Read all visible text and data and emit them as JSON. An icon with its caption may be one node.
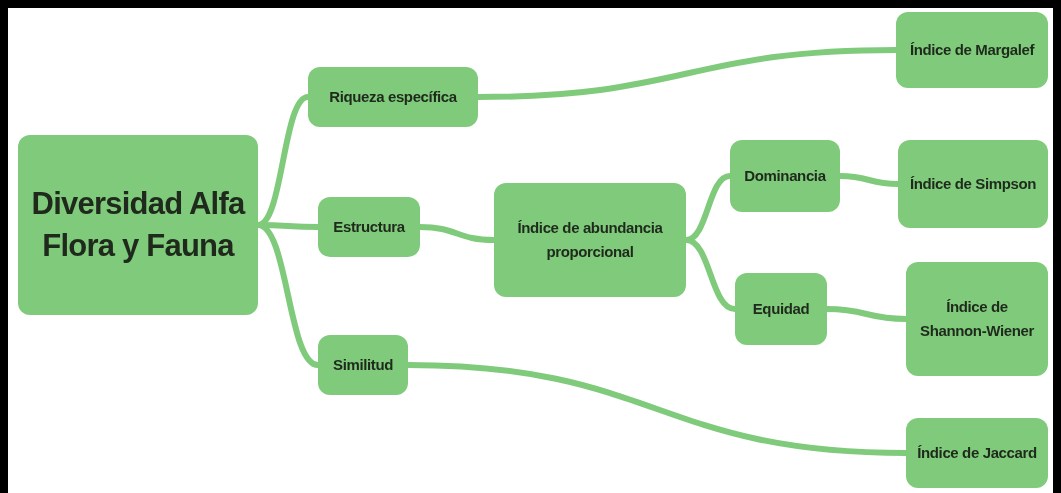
{
  "diagram": {
    "nodes": [
      {
        "text": [
          "Diversidad Alfa Flora y Fauna"
        ]
      },
      {
        "text": [
          "Riqueza específica"
        ]
      },
      {
        "text": [
          "Estructura"
        ]
      },
      {
        "text": [
          "Similitud"
        ]
      },
      {
        "text": [
          "Índice de abundancia proporcional"
        ]
      },
      {
        "text": [
          "Dominancia"
        ]
      },
      {
        "text": [
          "Equidad"
        ]
      },
      {
        "text": [
          "Índice de Margalef"
        ]
      },
      {
        "text": [
          "Índice de Simpson"
        ]
      },
      {
        "text": [
          "Índice de Shannon-Wiener"
        ]
      },
      {
        "text": [
          "Índice de Jaccard"
        ]
      }
    ],
    "edges": [
      {
        "from": 0,
        "to": 1,
        "arrow": "none"
      },
      {
        "from": 0,
        "to": 2,
        "arrow": "none"
      },
      {
        "from": 0,
        "to": 3,
        "arrow": "none"
      },
      {
        "from": 1,
        "to": 7,
        "arrow": "none"
      },
      {
        "from": 2,
        "to": 4,
        "arrow": "none"
      },
      {
        "from": 4,
        "to": 5,
        "arrow": "none"
      },
      {
        "from": 4,
        "to": 6,
        "arrow": "none"
      },
      {
        "from": 5,
        "to": 8,
        "arrow": "none"
      },
      {
        "from": 6,
        "to": 9,
        "arrow": "none"
      },
      {
        "from": 3,
        "to": 10,
        "arrow": "none"
      }
    ]
  }
}
